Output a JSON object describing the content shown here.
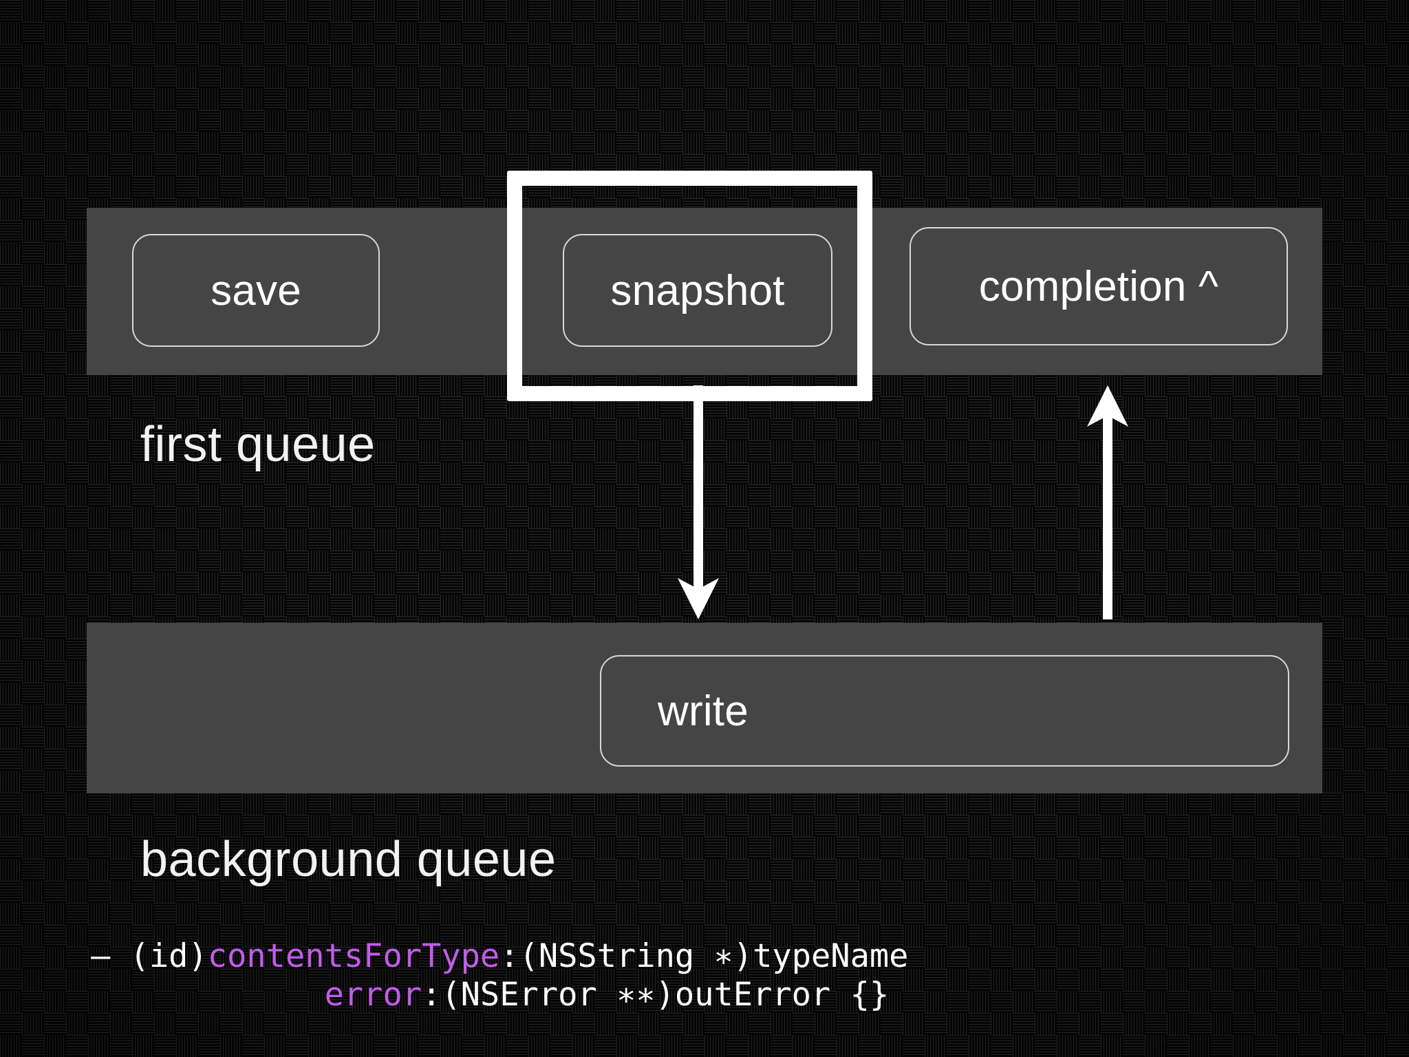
{
  "slide": {
    "title_semantics": "document save on first queue, snapshot then write on background queue",
    "background_color": "#070707",
    "bar_color": "#454545",
    "accent_color": "#ffffff",
    "code_keyword_color": "#c15ce8"
  },
  "queues": [
    {
      "id": "first-queue",
      "label": "first queue",
      "buttons": [
        {
          "id": "save",
          "label": "save",
          "highlighted": false
        },
        {
          "id": "snapshot",
          "label": "snapshot",
          "highlighted": true
        },
        {
          "id": "completion",
          "label": "completion ^",
          "highlighted": false
        }
      ]
    },
    {
      "id": "background-queue",
      "label": "background queue",
      "buttons": [
        {
          "id": "write",
          "label": "write",
          "highlighted": false
        }
      ]
    }
  ],
  "arrows": [
    {
      "id": "snapshot-to-write",
      "direction": "down",
      "from": "snapshot",
      "to": "write"
    },
    {
      "id": "write-to-completion",
      "direction": "up",
      "from": "write",
      "to": "completion"
    }
  ],
  "code": {
    "language": "objective-c",
    "lines": [
      {
        "id": "line-1",
        "segments": [
          {
            "text": "– (id)",
            "kind": "plain"
          },
          {
            "text": "contentsForType",
            "kind": "selector"
          },
          {
            "text": ":(NSString ∗)typeName",
            "kind": "plain"
          }
        ]
      },
      {
        "id": "line-2",
        "segments": [
          {
            "text": "            ",
            "kind": "plain"
          },
          {
            "text": "error",
            "kind": "selector"
          },
          {
            "text": ":(NSError ∗∗)outError {}",
            "kind": "plain"
          }
        ]
      }
    ],
    "line_1_plain_prefix": "– (id)",
    "line_1_selector": "contentsForType",
    "line_1_plain_suffix": ":(NSString ∗)typeName",
    "line_2_indent": "            ",
    "line_2_selector": "error",
    "line_2_plain_suffix": ":(NSError ∗∗)outError {}"
  }
}
